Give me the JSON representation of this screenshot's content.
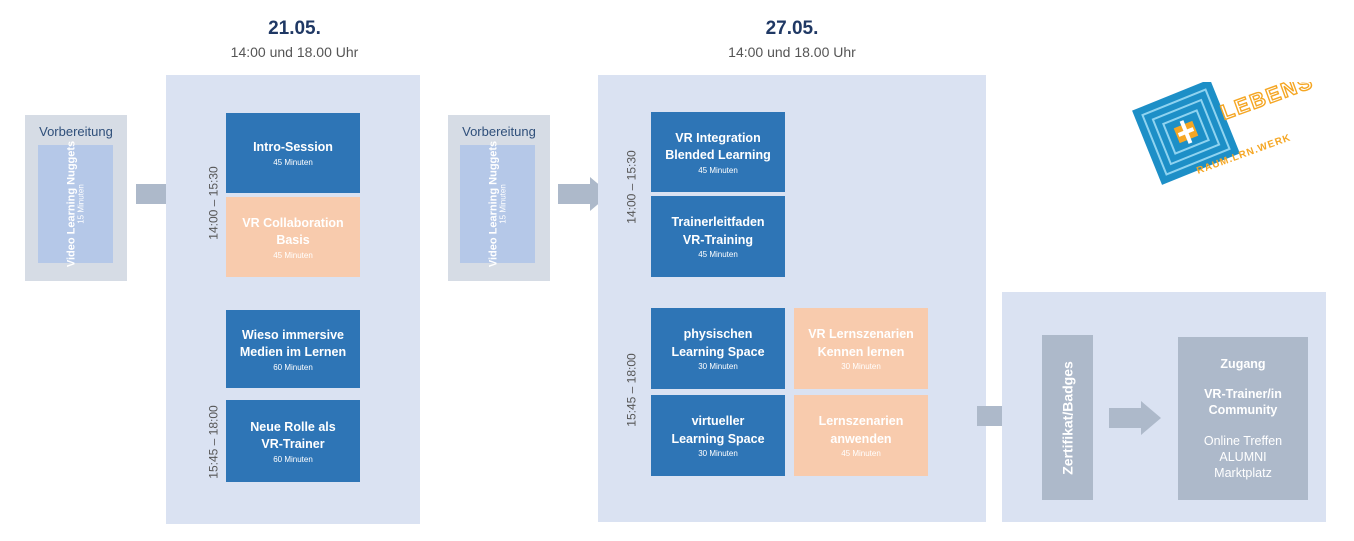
{
  "day1": {
    "date": "21.05.",
    "time": "14:00 und 18.00 Uhr",
    "prep": {
      "label": "Vorbereitung",
      "nugget_title": "Video Learning Nuggets",
      "nugget_duration": "15 Minuten"
    },
    "time_block_1": "14:00 – 15:30",
    "time_block_2": "15:45 – 18:00",
    "sessions": [
      {
        "title": "Intro-Session",
        "duration": "45 Minuten",
        "color": "#2e75b6"
      },
      {
        "title": "VR Collaboration\nBasis",
        "duration": "45 Minuten",
        "color": "#f8cbad"
      },
      {
        "title": "Wieso immersive\nMedien im Lernen",
        "duration": "60 Minuten",
        "color": "#2e75b6"
      },
      {
        "title": "Neue Rolle als\nVR-Trainer",
        "duration": "60 Minuten",
        "color": "#2e75b6"
      }
    ]
  },
  "day2": {
    "date": "27.05.",
    "time": "14:00 und 18.00 Uhr",
    "prep": {
      "label": "Vorbereitung",
      "nugget_title": "Video Learning Nuggets",
      "nugget_duration": "15 Minuten"
    },
    "time_block_1": "14:00 – 15:30",
    "time_block_2": "15:45 – 18:00",
    "sessions": [
      {
        "title": "VR Integration\nBlended Learning",
        "duration": "45 Minuten",
        "color": "#2e75b6"
      },
      {
        "title": "Trainerleitfaden\nVR-Training",
        "duration": "45 Minuten",
        "color": "#2e75b6"
      },
      {
        "title": "physischen\nLearning Space",
        "duration": "30 Minuten",
        "color": "#2e75b6"
      },
      {
        "title": "VR Lernszenarien\nKennen lernen",
        "duration": "30 Minuten",
        "color": "#f8cbad"
      },
      {
        "title": "virtueller\nLearning Space",
        "duration": "30 Minuten",
        "color": "#2e75b6"
      },
      {
        "title": "Lernszenarien\nanwenden",
        "duration": "45 Minuten",
        "color": "#f8cbad"
      }
    ]
  },
  "final": {
    "certificate": "Zertifikat/Badges",
    "access_title": "Zugang",
    "community": [
      "VR-Trainer/in",
      "Community"
    ],
    "offers": [
      "Online Treffen",
      "ALUMNI",
      "Marktplatz"
    ]
  },
  "logo": {
    "icon": "lebens-raum-lernmuster-logo",
    "text_top": "LEBENS",
    "text_bottom": "RAUM.LRN.WERK"
  },
  "colors": {
    "panel": "#dae2f2",
    "session_blue": "#2e75b6",
    "session_peach": "#f8cbad",
    "final_grey": "#adb9ca",
    "arrow": "#adb9ca"
  }
}
